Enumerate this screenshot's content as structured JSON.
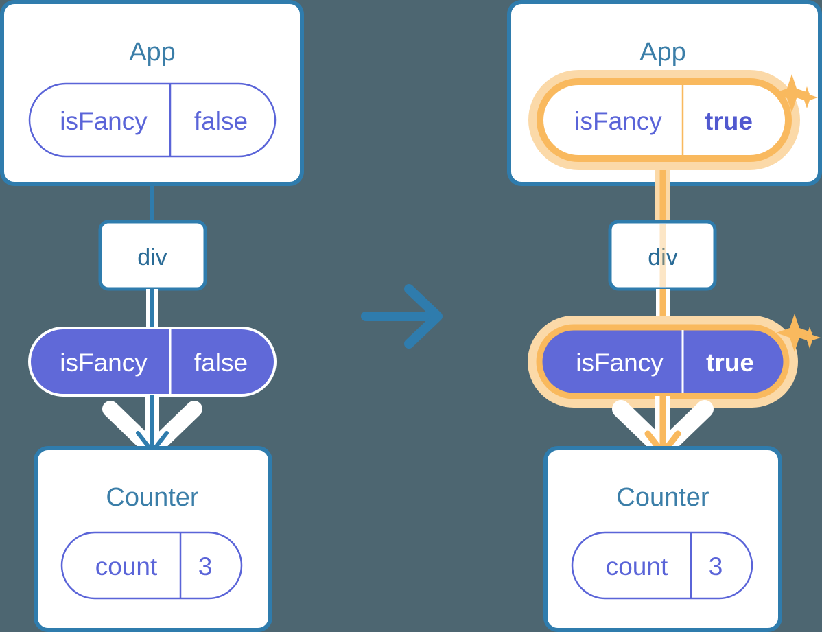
{
  "meta": {
    "background_color": "#4d6671",
    "blue": "#2f7cad",
    "blue_dark": "#2a6b96",
    "purple": "#6069d8",
    "purple_text": "#5a64d8",
    "amber": "#f9b95e",
    "amber_glow": "#fbd9a8",
    "white": "#ffffff"
  },
  "transition": {
    "icon": "arrow-right-icon",
    "color": "#2f7cad"
  },
  "panels": [
    {
      "id": "before",
      "app": {
        "title": "App",
        "state_pill": {
          "key": "isFancy",
          "value": "false",
          "style": "outline",
          "highlighted": false,
          "bold_value": false
        }
      },
      "div": {
        "label": "div"
      },
      "props_pill": {
        "key": "isFancy",
        "value": "false",
        "style": "filled",
        "highlighted": false,
        "bold_value": false
      },
      "counter": {
        "title": "Counter",
        "state_pill": {
          "key": "count",
          "value": "3",
          "style": "outline",
          "highlighted": false,
          "bold_value": false
        }
      },
      "connector_color": "#2f7cad",
      "sparkles": []
    },
    {
      "id": "after",
      "app": {
        "title": "App",
        "state_pill": {
          "key": "isFancy",
          "value": "true",
          "style": "outline",
          "highlighted": true,
          "bold_value": true
        }
      },
      "div": {
        "label": "div"
      },
      "props_pill": {
        "key": "isFancy",
        "value": "true",
        "style": "filled",
        "highlighted": true,
        "bold_value": true
      },
      "counter": {
        "title": "Counter",
        "state_pill": {
          "key": "count",
          "value": "3",
          "style": "outline",
          "highlighted": false,
          "bold_value": false
        }
      },
      "connector_color": "#f9b95e",
      "sparkles": [
        {
          "name": "sparkle-large-app",
          "size": "large"
        },
        {
          "name": "sparkle-small-app",
          "size": "small"
        },
        {
          "name": "sparkle-large-props",
          "size": "large"
        },
        {
          "name": "sparkle-small-props",
          "size": "small"
        }
      ]
    }
  ]
}
